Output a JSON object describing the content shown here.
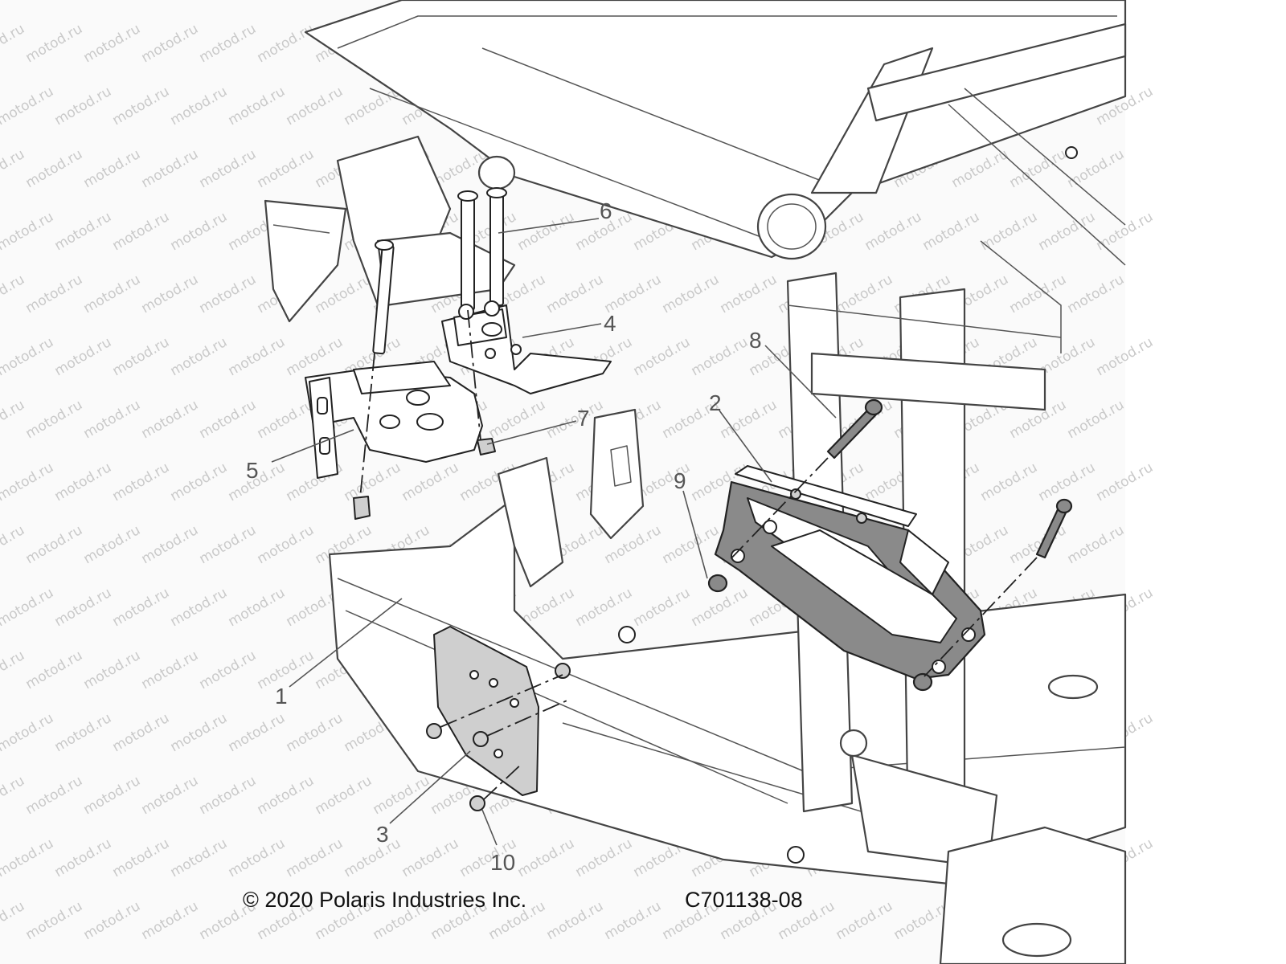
{
  "watermark": {
    "text": "motod.ru"
  },
  "callouts": {
    "c1": "1",
    "c2": "2",
    "c3": "3",
    "c4": "4",
    "c5": "5",
    "c6": "6",
    "c7": "7",
    "c8": "8",
    "c9": "9",
    "c10": "10"
  },
  "footer": {
    "copyright": "© 2020 Polaris Industries Inc.",
    "code": "C701138-08"
  }
}
